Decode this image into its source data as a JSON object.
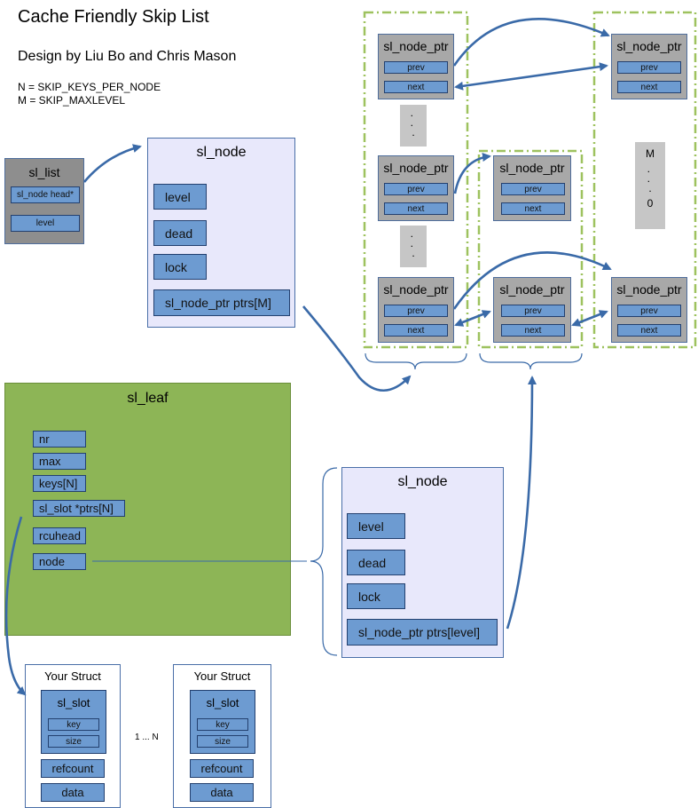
{
  "title": "Cache Friendly Skip List",
  "subtitle": "Design by Liu Bo and Chris Mason",
  "definitions": [
    "N = SKIP_KEYS_PER_NODE",
    "M = SKIP_MAXLEVEL"
  ],
  "sl_list": {
    "title": "sl_list",
    "fields": [
      "sl_node head*",
      "level"
    ]
  },
  "sl_node_top": {
    "title": "sl_node",
    "fields": [
      "level",
      "dead",
      "lock",
      "sl_node_ptr ptrs[M]"
    ]
  },
  "sl_node_ptr": {
    "title": "sl_node_ptr",
    "prev": "prev",
    "next": "next"
  },
  "dots": ". \n. \n.",
  "mlevel": {
    "top": "M",
    "bottom": "0"
  },
  "sl_leaf": {
    "title": "sl_leaf",
    "fields": [
      "nr",
      "max",
      "keys[N]",
      "sl_slot *ptrs[N]",
      "rcuhead",
      "node"
    ]
  },
  "sl_node_bottom": {
    "title": "sl_node",
    "fields": [
      "level",
      "dead",
      "lock",
      "sl_node_ptr ptrs[level]"
    ]
  },
  "your_struct": {
    "title": "Your Struct",
    "slot_title": "sl_slot",
    "slot_fields": [
      "key",
      "size"
    ],
    "fields": [
      "refcount",
      "data"
    ]
  },
  "range_label": "1 ... N",
  "colors": {
    "node_fill": "#e8e8fb",
    "field_fill": "#6d9bd1",
    "leaf_fill": "#8db556",
    "ptr_fill": "#a8a8a8",
    "arrow": "#3a6aa8",
    "dashed_green": "#9ec25f"
  }
}
